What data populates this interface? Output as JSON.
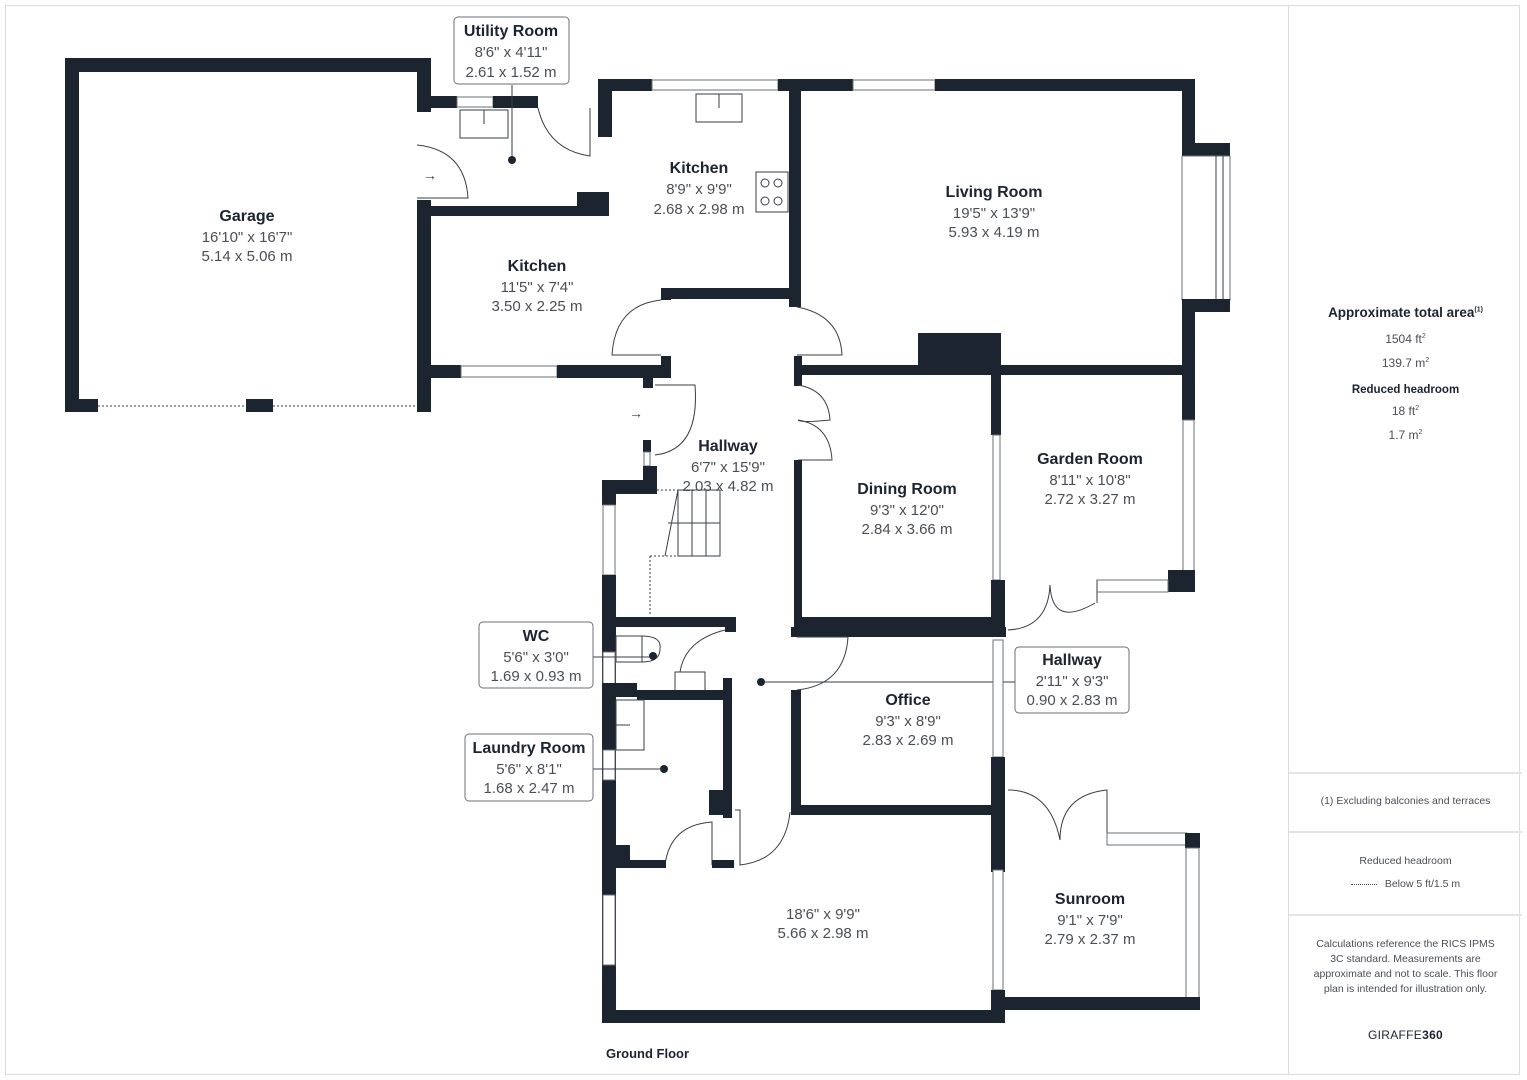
{
  "floor_label": "Ground Floor",
  "rooms": {
    "garage": {
      "name": "Garage",
      "imperial": "16'10\" x 16'7\"",
      "metric": "5.14 x 5.06 m"
    },
    "utility": {
      "name": "Utility Room",
      "imperial": "8'6\" x 4'11\"",
      "metric": "2.61 x 1.52 m"
    },
    "kitchen_upper": {
      "name": "Kitchen",
      "imperial": "8'9\" x 9'9\"",
      "metric": "2.68 x 2.98 m"
    },
    "kitchen_lower": {
      "name": "Kitchen",
      "imperial": "11'5\" x 7'4\"",
      "metric": "3.50 x 2.25 m"
    },
    "living": {
      "name": "Living Room",
      "imperial": "19'5\" x 13'9\"",
      "metric": "5.93 x 4.19 m"
    },
    "hallway_main": {
      "name": "Hallway",
      "imperial": "6'7\" x 15'9\"",
      "metric": "2.03 x 4.82 m"
    },
    "dining": {
      "name": "Dining Room",
      "imperial": "9'3\" x 12'0\"",
      "metric": "2.84 x 3.66 m"
    },
    "garden": {
      "name": "Garden Room",
      "imperial": "8'11\" x 10'8\"",
      "metric": "2.72 x 3.27 m"
    },
    "wc": {
      "name": "WC",
      "imperial": "5'6\" x 3'0\"",
      "metric": "1.69 x 0.93 m"
    },
    "hallway_small": {
      "name": "Hallway",
      "imperial": "2'11\" x 9'3\"",
      "metric": "0.90 x 2.83 m"
    },
    "office": {
      "name": "Office",
      "imperial": "9'3\" x 8'9\"",
      "metric": "2.83 x 2.69 m"
    },
    "laundry": {
      "name": "Laundry Room",
      "imperial": "5'6\" x 8'1\"",
      "metric": "1.68 x 2.47 m"
    },
    "unnamed": {
      "name": "",
      "imperial": "18'6\" x 9'9\"",
      "metric": "5.66 x 2.98 m"
    },
    "sunroom": {
      "name": "Sunroom",
      "imperial": "9'1\" x 7'9\"",
      "metric": "2.79 x 2.37 m"
    }
  },
  "sidebar": {
    "total_title": "Approximate total area",
    "total_footnote_mark": "(1)",
    "total_ft": "1504 ft",
    "total_m": "139.7 m",
    "reduced_title": "Reduced headroom",
    "reduced_ft": "18 ft",
    "reduced_m": "1.7 m",
    "sq": "2",
    "footnote": "(1) Excluding balconies and terraces",
    "legend_title": "Reduced headroom",
    "legend_text": "Below 5 ft/1.5 m",
    "disclaimer": "Calculations reference the RICS IPMS 3C standard. Measurements are approximate and not to scale. This floor plan is intended for illustration only.",
    "brand_a": "GIRAFFE",
    "brand_b": "360"
  },
  "colors": {
    "wall": "#1c2430",
    "text": "#1c2430",
    "subtext": "#4a4f55",
    "divider": "#d9dbde"
  }
}
